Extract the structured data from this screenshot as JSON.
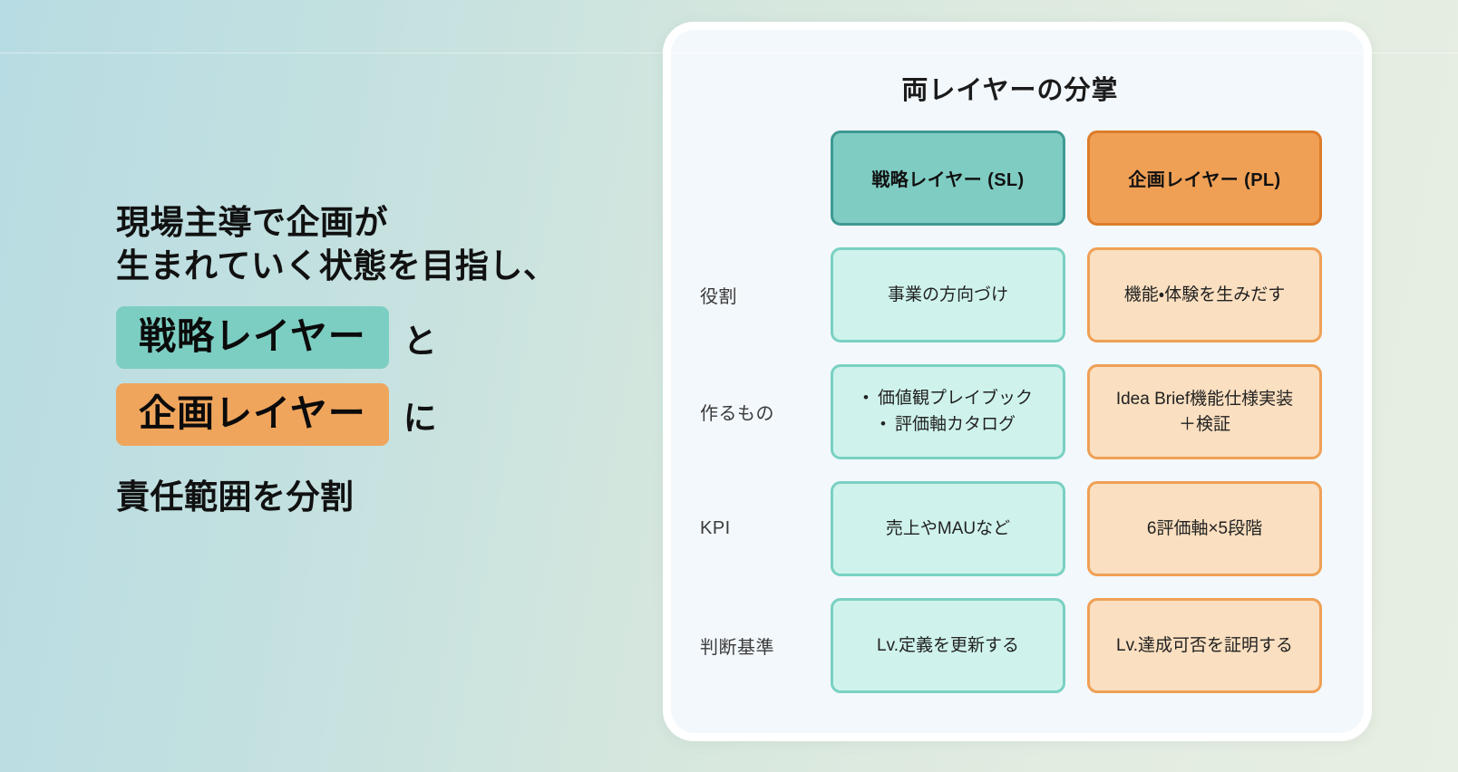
{
  "background": {
    "gradient_from": "#B8DCE3",
    "gradient_to": "#E7EEE2"
  },
  "left": {
    "line1": "現場主導で企画が",
    "line2": "生まれていく状態を目指し、",
    "highlight1": {
      "text": "戦略レイヤー",
      "suffix": "と",
      "color": "#7DCEC2"
    },
    "highlight2": {
      "text": "企画レイヤー",
      "suffix": "に",
      "color": "#EFA55C"
    },
    "line3": "責任範囲を分割"
  },
  "card": {
    "title": "両レイヤーの分掌",
    "background": "#F3F8FD",
    "columns": [
      {
        "label": "戦略レイヤー (SL)",
        "fill": "#7FCCC2",
        "border": "#3E9A92"
      },
      {
        "label": "企画レイヤー (PL)",
        "fill": "#EFA055",
        "border": "#DD7C2B"
      }
    ],
    "rows": [
      {
        "label": "役割",
        "sl": {
          "text": "事業の方向づけ"
        },
        "pl": {
          "text": "機能・体験を生みだす"
        }
      },
      {
        "label": "作るもの",
        "sl": {
          "bullets": [
            "価値観プレイブック",
            "評価軸カタログ"
          ]
        },
        "pl": {
          "lines": [
            "Idea Brief機能仕様実装",
            "＋検証"
          ]
        }
      },
      {
        "label": "KPI",
        "sl": {
          "text": "売上やMAUなど"
        },
        "pl": {
          "text": "6評価軸×5段階"
        }
      },
      {
        "label": "判断基準",
        "sl": {
          "text": "Lv.定義を更新する"
        },
        "pl": {
          "text": "Lv.達成可否を証明する"
        }
      }
    ]
  }
}
